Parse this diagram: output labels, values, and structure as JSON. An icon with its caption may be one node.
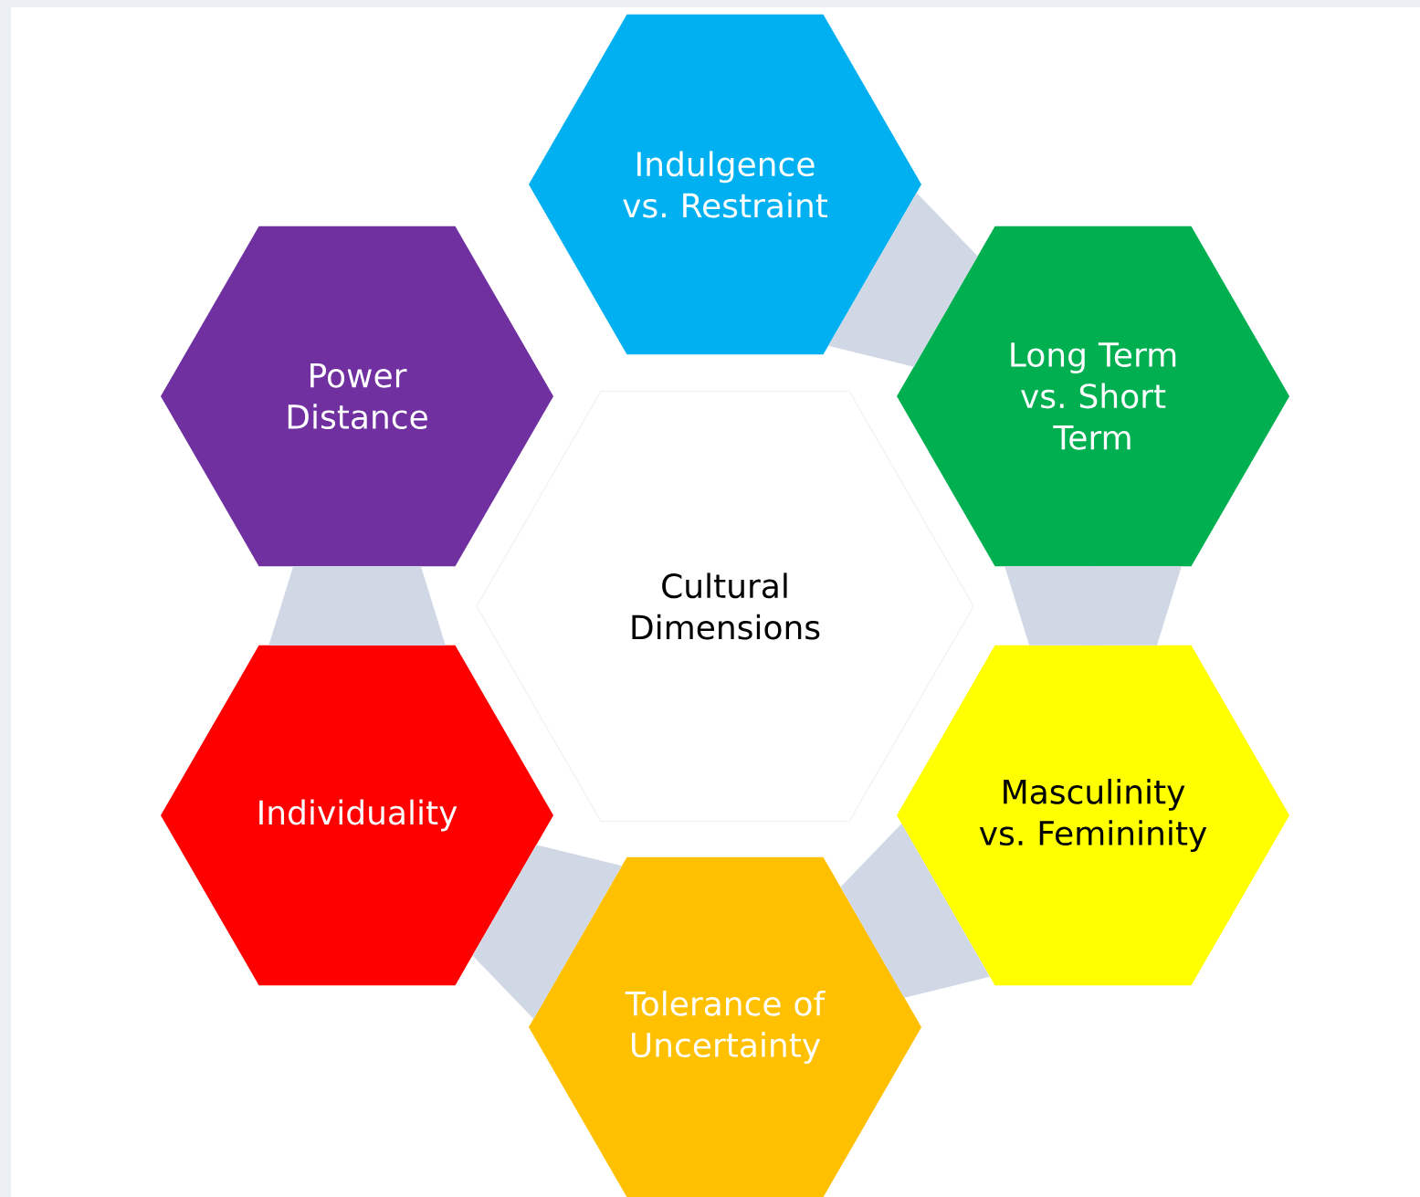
{
  "diagram": {
    "nodes": [
      {
        "text": [
          "Indulgence vs. Restraint"
        ]
      },
      {
        "text": [
          "Power Distance"
        ]
      },
      {
        "text": [
          "Long Term vs. Short Term"
        ]
      },
      {
        "text": [
          "Cultural Dimensions"
        ]
      },
      {
        "text": [
          "Individuality"
        ]
      },
      {
        "text": [
          "Masculinity vs. Femininity"
        ]
      },
      {
        "text": [
          "Tolerance of Uncertainty"
        ]
      }
    ],
    "edges": [
      {
        "from": 0,
        "to": 2,
        "arrow": "none"
      },
      {
        "from": 2,
        "to": 5,
        "arrow": "none"
      },
      {
        "from": 5,
        "to": 6,
        "arrow": "none"
      },
      {
        "from": 6,
        "to": 4,
        "arrow": "none"
      },
      {
        "from": 4,
        "to": 1,
        "arrow": "none"
      }
    ]
  }
}
